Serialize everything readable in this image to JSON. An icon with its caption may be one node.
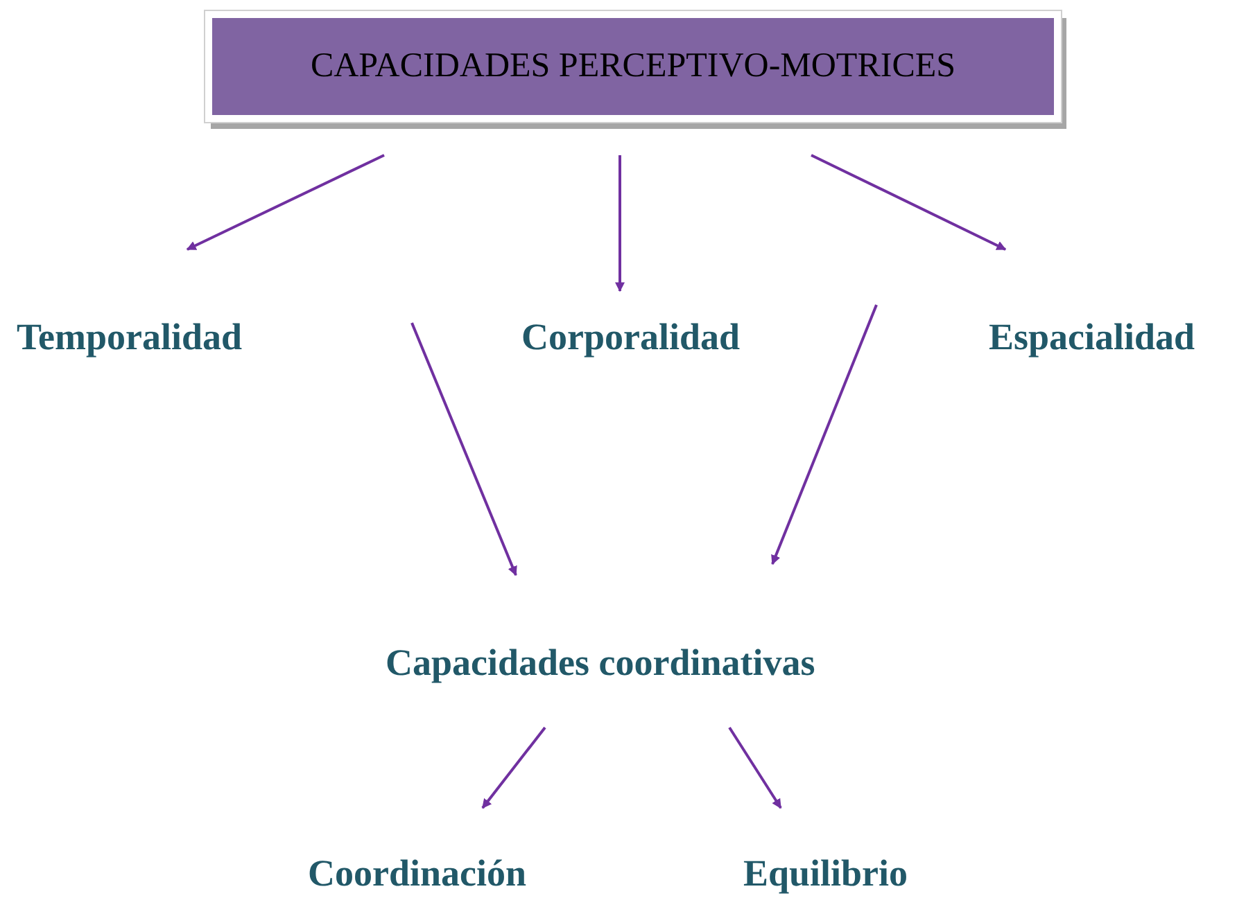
{
  "diagram": {
    "nodes": [
      {
        "text": [
          "CAPACIDADES PERCEPTIVO-MOTRICES"
        ]
      },
      {
        "text": [
          "Temporalidad"
        ]
      },
      {
        "text": [
          "Corporalidad"
        ]
      },
      {
        "text": [
          "Espacialidad"
        ]
      },
      {
        "text": [
          "Capacidades coordinativas"
        ]
      },
      {
        "text": [
          "Coordinación"
        ]
      },
      {
        "text": [
          "Equilibrio"
        ]
      }
    ],
    "edges": [
      {
        "from": 0,
        "to": 1,
        "arrow": "to"
      },
      {
        "from": 0,
        "to": 2,
        "arrow": "to"
      },
      {
        "from": 0,
        "to": 3,
        "arrow": "to"
      },
      {
        "from": null,
        "to": 4,
        "arrow": "to"
      },
      {
        "from": null,
        "to": 4,
        "arrow": "to"
      },
      {
        "from": 4,
        "to": 5,
        "arrow": "to"
      },
      {
        "from": 4,
        "to": 6,
        "arrow": "to"
      }
    ]
  }
}
